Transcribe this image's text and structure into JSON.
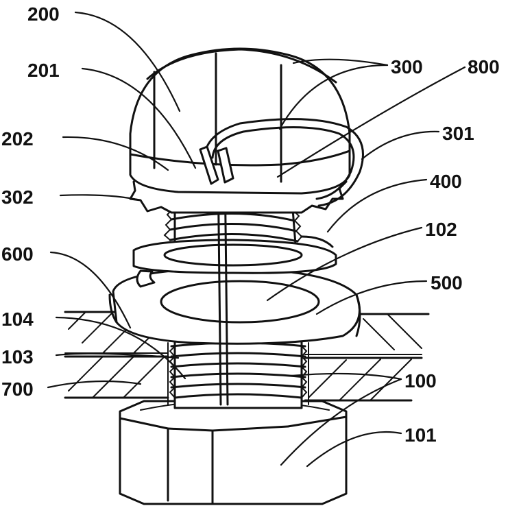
{
  "labels": {
    "l200": "200",
    "l201": "201",
    "l202": "202",
    "l302": "302",
    "l600": "600",
    "l104": "104",
    "l103": "103",
    "l700": "700",
    "l300": "300",
    "l800": "800",
    "l301": "301",
    "l400": "400",
    "l102": "102",
    "l500": "500",
    "l100": "100",
    "l101": "101"
  }
}
